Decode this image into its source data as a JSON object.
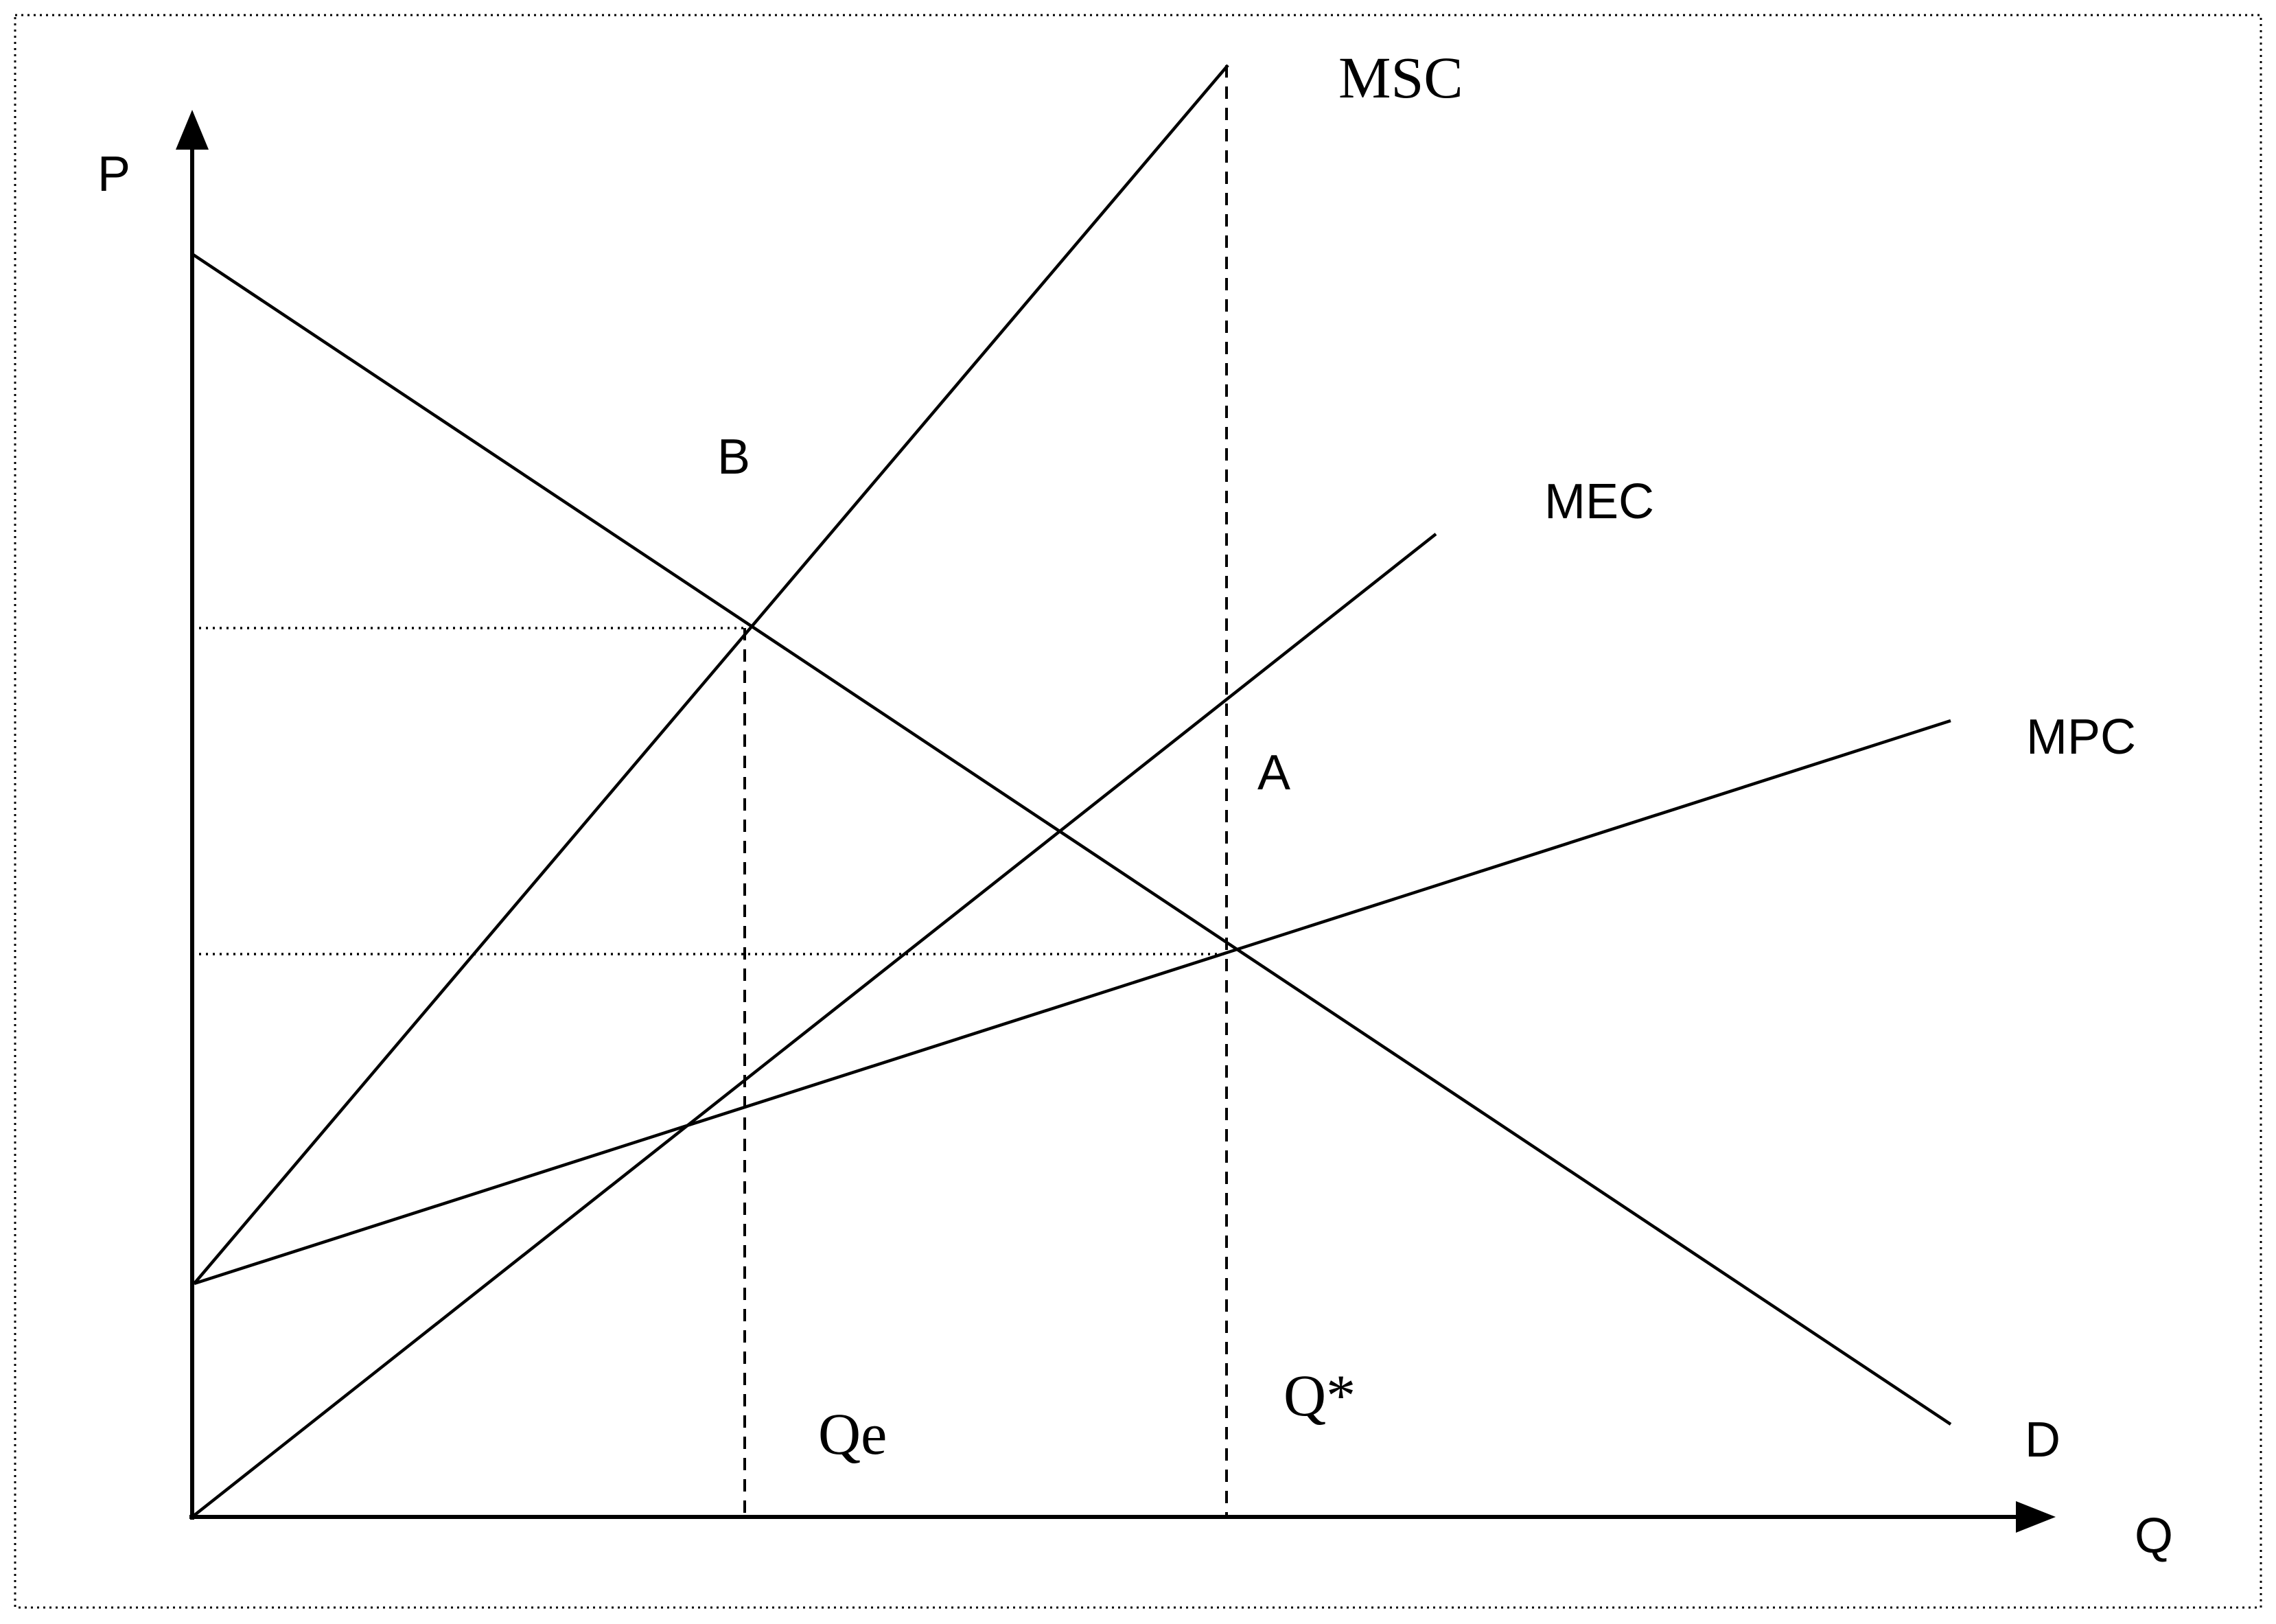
{
  "labels": {
    "p_axis": "P",
    "q_axis": "Q",
    "msc": "MSC",
    "mec": "MEC",
    "mpc": "MPC",
    "demand": "D",
    "point_a": "A",
    "point_b": "B",
    "qe": "Qe",
    "q_star": "Q*"
  }
}
